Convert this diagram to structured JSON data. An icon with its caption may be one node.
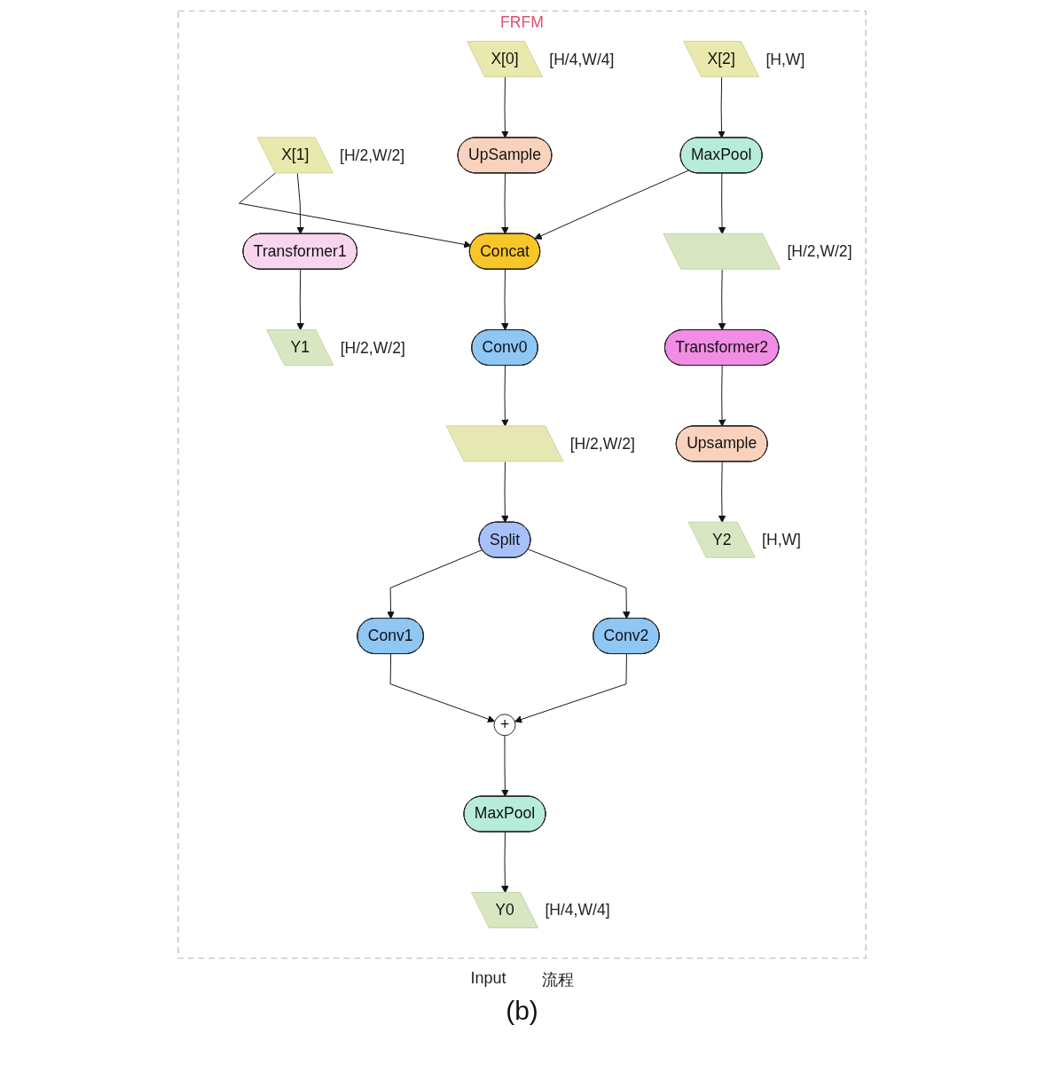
{
  "diagram": {
    "caption": "(b)",
    "nodes": [
      {
        "text": [
          "FRFM"
        ]
      },
      {
        "text": [
          "X[1]"
        ],
        "in": 0,
        "beside": [
          "[H/2,W/2]"
        ]
      },
      {
        "text": [
          "X[0]"
        ],
        "in": 0,
        "beside": [
          "[H/4,W/4]"
        ]
      },
      {
        "text": [
          "X[2]"
        ],
        "in": 0,
        "beside": [
          "[H,W]"
        ]
      },
      {
        "text": [
          "UpSample"
        ],
        "in": 0
      },
      {
        "text": [
          "Concat"
        ],
        "in": 0
      },
      {
        "text": [
          "MaxPool"
        ],
        "in": 0
      },
      {
        "text": [
          "Conv0"
        ],
        "in": 0
      },
      {
        "text": [],
        "shape": "box",
        "in": 0,
        "beside": [
          "[H/2,W/2]"
        ]
      },
      {
        "text": [],
        "shape": "box",
        "in": 0,
        "beside": [
          "[H/2,W/2]"
        ]
      },
      {
        "text": [
          "Transformer1"
        ],
        "in": 0
      },
      {
        "text": [
          "Split"
        ],
        "in": 0
      },
      {
        "text": [
          "Transformer2"
        ],
        "in": 0
      },
      {
        "text": [
          "Conv1"
        ],
        "in": 0
      },
      {
        "text": [
          "Conv2"
        ],
        "in": 0
      },
      {
        "text": [
          "+"
        ],
        "in": 0
      },
      {
        "text": [
          "MaxPool"
        ],
        "in": 0
      },
      {
        "text": [
          "Upsample"
        ],
        "in": 0
      },
      {
        "text": [
          "Y1"
        ],
        "in": 0,
        "beside": [
          "[H/2,W/2]"
        ]
      },
      {
        "text": [
          "Y0"
        ],
        "in": 0,
        "beside": [
          "[H/4,W/4]"
        ]
      },
      {
        "text": [
          "Y2"
        ],
        "in": 0,
        "beside": [
          "[H,W]"
        ]
      }
    ],
    "edges": [
      {
        "from": 1,
        "to": 5,
        "arrow": "to"
      },
      {
        "from": 1,
        "to": 10,
        "arrow": "to"
      },
      {
        "from": 2,
        "to": 4,
        "arrow": "to"
      },
      {
        "from": 4,
        "to": 5,
        "arrow": "to"
      },
      {
        "from": 3,
        "to": 6,
        "arrow": "to"
      },
      {
        "from": 6,
        "to": 5,
        "arrow": "to"
      },
      {
        "from": 6,
        "to": 9,
        "arrow": "to"
      },
      {
        "from": 5,
        "to": 7,
        "arrow": "to"
      },
      {
        "from": 7,
        "to": 8,
        "arrow": "to"
      },
      {
        "from": 8,
        "to": 11,
        "arrow": "to"
      },
      {
        "from": 11,
        "to": 13,
        "arrow": "to"
      },
      {
        "from": 11,
        "to": 14,
        "arrow": "to"
      },
      {
        "from": 13,
        "to": 15,
        "arrow": "to"
      },
      {
        "from": 14,
        "to": 15,
        "arrow": "to"
      },
      {
        "from": 15,
        "to": 16,
        "arrow": "to"
      },
      {
        "from": 16,
        "to": 19,
        "arrow": "to"
      },
      {
        "from": 10,
        "to": 18,
        "arrow": "to"
      },
      {
        "from": 9,
        "to": 12,
        "arrow": "to"
      },
      {
        "from": 12,
        "to": 17,
        "arrow": "to"
      },
      {
        "from": 17,
        "to": 20,
        "arrow": "to"
      }
    ],
    "labels": [
      "Input",
      "流程"
    ]
  }
}
